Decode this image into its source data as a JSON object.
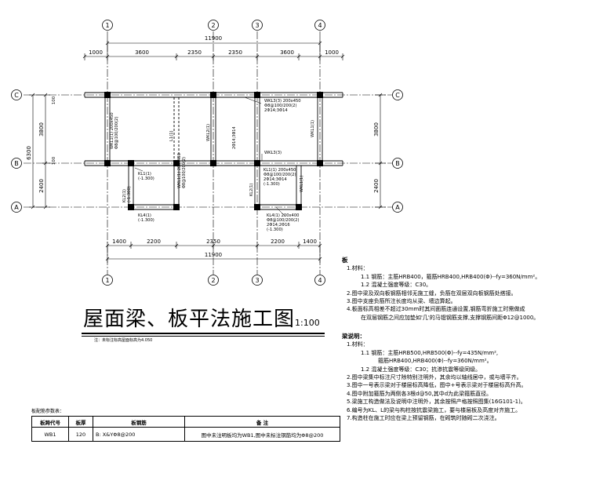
{
  "axes": {
    "columns": [
      "1",
      "2",
      "3",
      "4"
    ],
    "rows": [
      "C",
      "B",
      "A"
    ]
  },
  "dimensions": {
    "top_total": "11900",
    "top_segments": [
      "1000",
      "3600",
      "2350",
      "2350",
      "3600",
      "1000"
    ],
    "bottom_total": "11900",
    "bottom_segments": [
      "1400",
      "2200",
      "2350",
      "2200",
      "1400"
    ],
    "left_total": "6300",
    "left_segments": [
      "3800",
      "2400"
    ],
    "right_segments": [
      "3800",
      "2400"
    ],
    "small_offsets": [
      "100",
      "100"
    ]
  },
  "beam_labels": [
    {
      "text": "WKL3(3) 200x450"
    },
    {
      "text": "Φ8@100/200(2)"
    },
    {
      "text": "2Φ14;3Φ14"
    },
    {
      "text": "WKL1(1)"
    },
    {
      "text": "WKL1(1) 200x450"
    },
    {
      "text": "Φ8@100/200(2)"
    },
    {
      "text": "WKL2(1)"
    },
    {
      "text": "WKL3(3)"
    },
    {
      "text": "L1(1)"
    },
    {
      "text": "KL1(1)"
    },
    {
      "text": "(-1.300)"
    },
    {
      "text": "KL1(1) 200x450"
    },
    {
      "text": "Φ8@100/200(2)"
    },
    {
      "text": "2Φ14;3Φ14"
    },
    {
      "text": "(-1.300)"
    },
    {
      "text": "KL4(1) 200x400"
    },
    {
      "text": "Φ8@100/200(2)"
    },
    {
      "text": "2Φ14;2Φ16"
    },
    {
      "text": "(-1.300)"
    },
    {
      "text": "KL4(1)"
    },
    {
      "text": "(-1.300)"
    },
    {
      "text": "KL2(1)"
    },
    {
      "text": "(-1.300)"
    }
  ],
  "title": {
    "main": "屋面梁、板平法施工图",
    "scale": "1:100",
    "subnote": "注：未标注标高屋面标高为4.050"
  },
  "slab_table": {
    "caption": "板配筋参数表：",
    "headers": [
      "板跨代号",
      "板厚",
      "板钢筋",
      "备  注"
    ],
    "rows": [
      [
        "WB1",
        "120",
        "B: X&YΦ8@200",
        "图中未注明板均为WB1,图中未标注钢筋均为Φ8@200"
      ]
    ]
  },
  "slab_notes": {
    "heading": "板",
    "lines": [
      "1.材料：",
      "1.1 钢筋：主筋HRB400，箍筋HRB400,HRB400(Φ)--fy=360N/mm²。",
      "1.2 混凝土强度等级：C30。",
      "2.图中梁及双向板钢筋相邻无施工缝，负筋在双层双向板钢筋处搭接。",
      "3.图中支座负筋所注长度均从梁、墙边算起。",
      "4.板面标高相差不超过30mm时其间面筋连通设置,钢筋弯折施工时需做成",
      "在双层钢筋之间应加垫如'几'的马镫钢筋支撑,支撑钢筋间距Φ12@1000。"
    ]
  },
  "beam_notes": {
    "heading": "梁说明：",
    "lines": [
      "1.材料：",
      "1.1 钢筋：主筋HRB500,HRB500(Φ)--fy=435N/mm²,",
      "箍筋HRB400,HRB400(Φ)--fy=360N/mm²。",
      "1.2 混凝土强度等级：C30；抗渗抗震等级同级。",
      "2.图中梁集中标注尺寸除特别注明外，其余均以轴线居中，或与墙平齐。",
      "3.图中一号表示梁对于楼层标高降低，图中+号表示梁对于楼层标高升高。",
      "4.图中附加箍筋为两侧各3根d@50,其中d为此梁箍筋直径。",
      "5.梁施工构造做法及说明中注明外，其余按照产格按照图集(16G101-1)。",
      "6.编号为KL、L的梁与构柱按抗震梁施工，要与楼层板及高度对齐施工。",
      "7.构造柱在施工时应在梁上预留钢筋，在砌筑时随砌二次浇注。"
    ]
  },
  "colors": {
    "ink": "#000000",
    "background": "#ffffff"
  }
}
